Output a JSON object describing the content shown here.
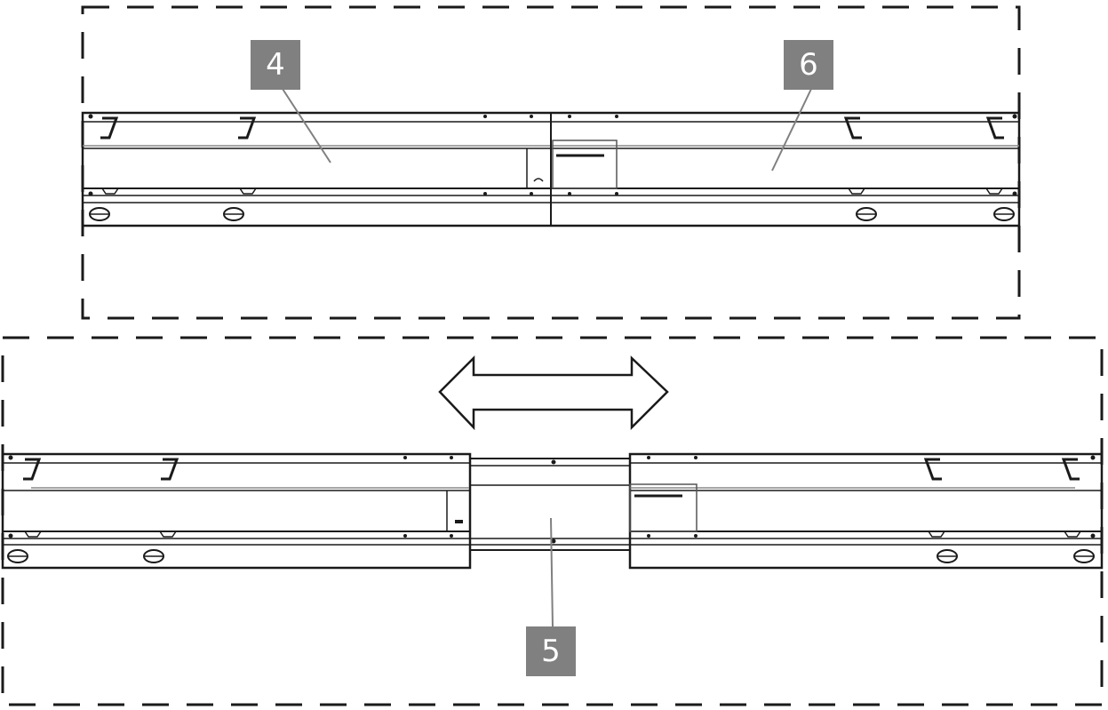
{
  "callouts": {
    "rail_left": "4",
    "rail_right": "6",
    "rail_center": "5"
  },
  "figure": {
    "top_panel": "collapsed-rail-assembly",
    "bottom_panel": "extended-rail-assembly",
    "arrow": "double-headed-arrow-icon",
    "line_color": "#1a1a1a",
    "callout_color": "#808080"
  }
}
